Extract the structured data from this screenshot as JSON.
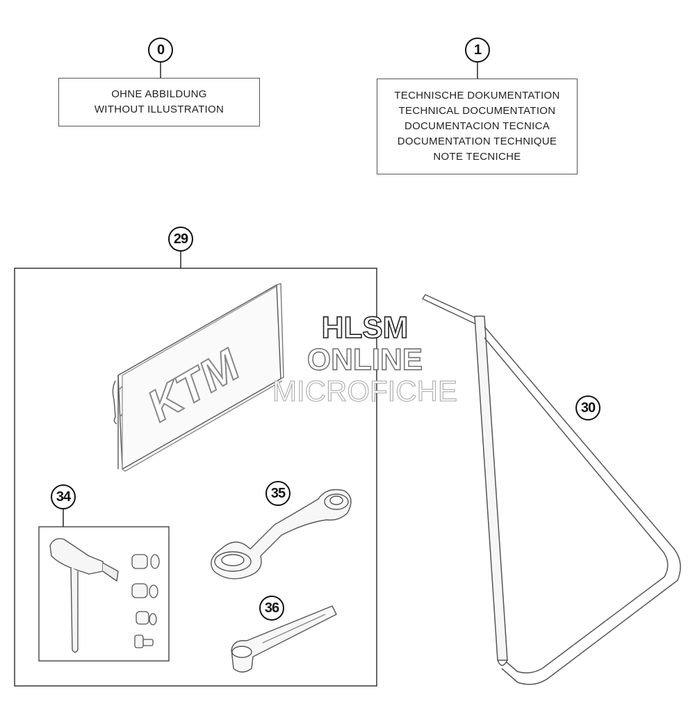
{
  "callouts": {
    "c0": "0",
    "c1": "1",
    "c29": "29",
    "c30": "30",
    "c34": "34",
    "c35": "35",
    "c36": "36"
  },
  "labels": {
    "without_illustration": [
      "OHNE ABBILDUNG",
      "WITHOUT ILLUSTRATION"
    ],
    "technical_documentation": [
      "TECHNISCHE DOKUMENTATION",
      "TECHNICAL DOCUMENTATION",
      "DOCUMENTACION TECNICA",
      "DOCUMENTATION TECHNIQUE",
      "NOTE TECNICHE"
    ]
  },
  "pouch_logo": "KTM",
  "watermark": [
    "HLSM",
    "ONLINE",
    "MICROFICHE"
  ]
}
